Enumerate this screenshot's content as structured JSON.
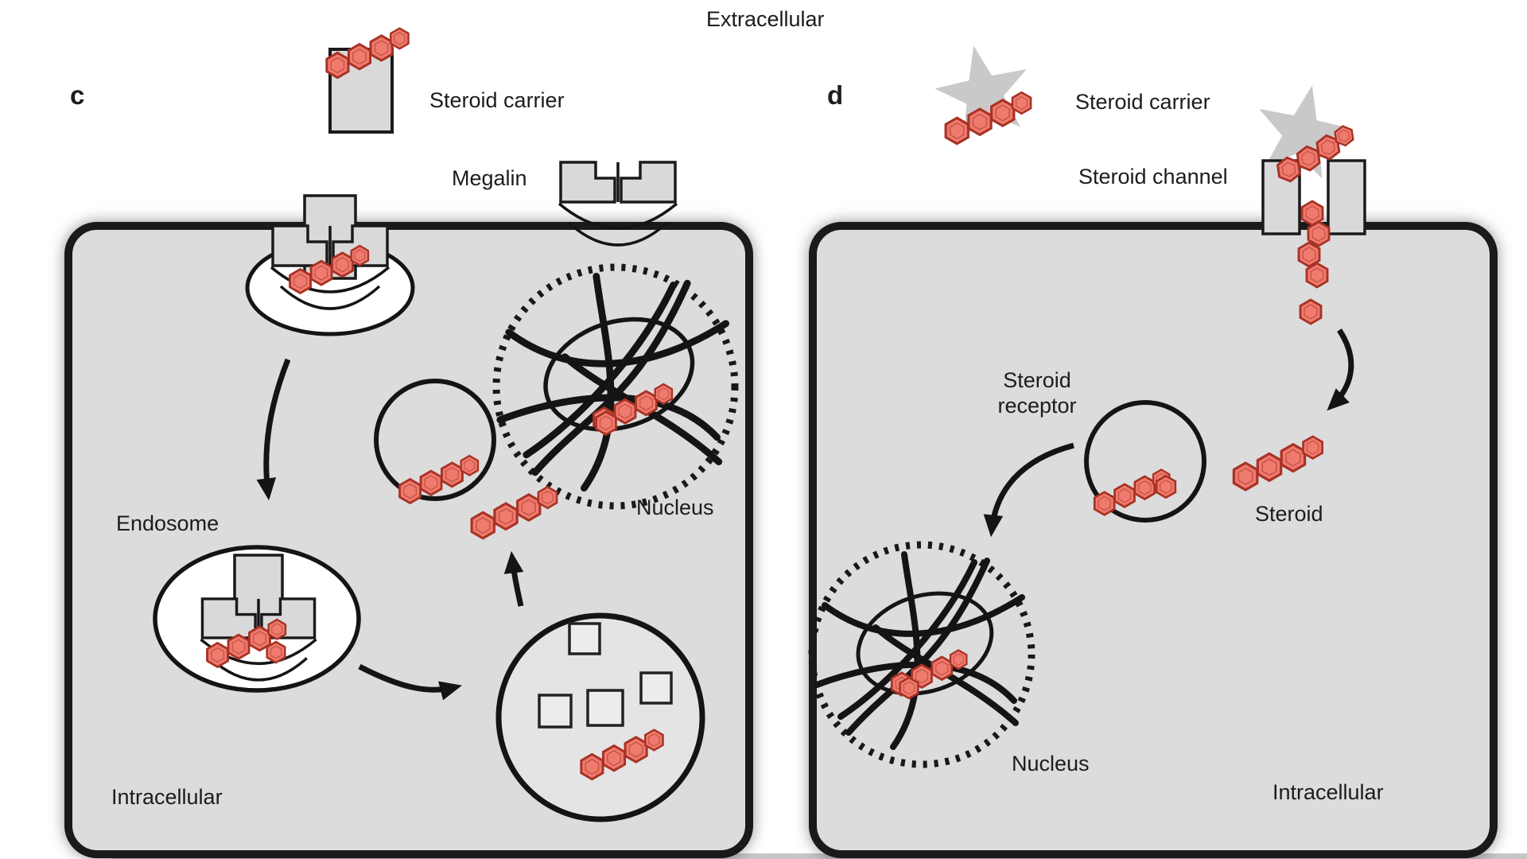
{
  "figure": {
    "top_label": "Extracellular"
  },
  "colors": {
    "cell_fill": "#dcdcdc",
    "cell_border": "#1a1a1a",
    "steroid_fill": "#ee7b6d",
    "steroid_stroke": "#a93226",
    "star_fill": "#c9c9c9",
    "carrier_fill": "#d9d9d9",
    "strip": "#c6c6c6"
  },
  "panel_c": {
    "letter": "c",
    "labels": {
      "steroid_carrier": "Steroid carrier",
      "megalin": "Megalin",
      "endosome": "Endosome",
      "nucleus": "Nucleus",
      "intracellular": "Intracellular"
    }
  },
  "panel_d": {
    "letter": "d",
    "labels": {
      "steroid_carrier": "Steroid carrier",
      "steroid_channel": "Steroid channel",
      "steroid_receptor": "Steroid receptor",
      "steroid": "Steroid",
      "nucleus": "Nucleus",
      "intracellular": "Intracellular"
    }
  }
}
